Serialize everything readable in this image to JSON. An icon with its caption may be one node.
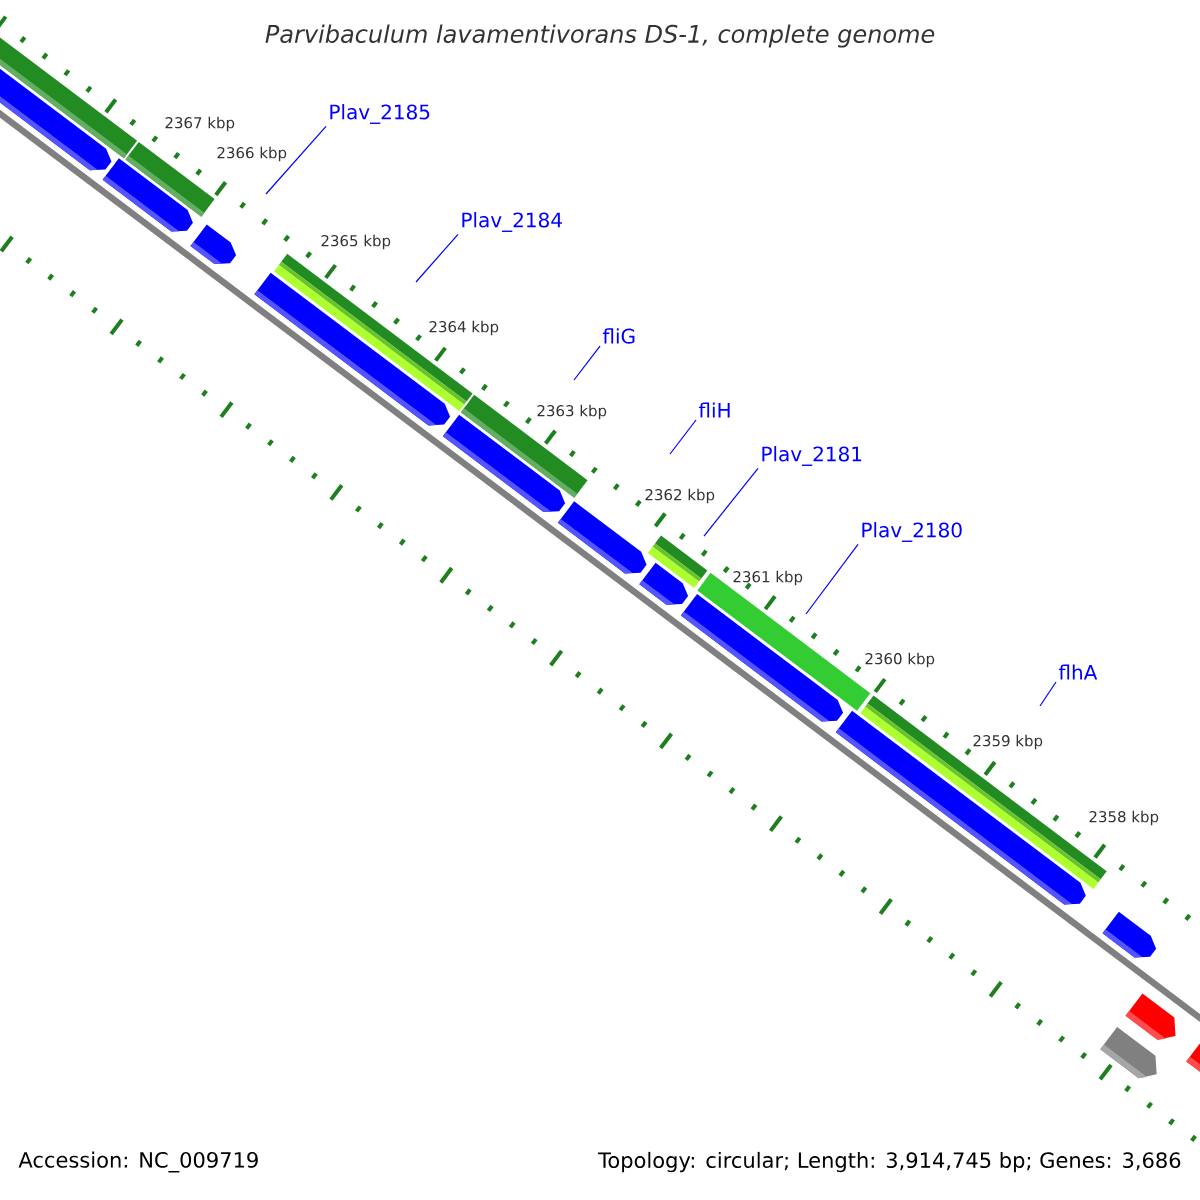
{
  "diagram": {
    "title": "Parvibaculum lavamentivorans DS-1, complete genome",
    "nodes": [
      {
        "text": [
          "Plav_2185"
        ]
      },
      {
        "text": [
          "Plav_2184"
        ]
      },
      {
        "text": [
          "fliG"
        ]
      },
      {
        "text": [
          "fliH"
        ]
      },
      {
        "text": [
          "Plav_2181"
        ]
      },
      {
        "text": [
          "Plav_2180"
        ]
      },
      {
        "text": [
          "flhA"
        ]
      }
    ],
    "edges": [
      {
        "from": 0,
        "to": null,
        "arrow": "none"
      },
      {
        "from": 1,
        "to": null,
        "arrow": "none"
      },
      {
        "from": 2,
        "to": null,
        "arrow": "none"
      },
      {
        "from": 3,
        "to": null,
        "arrow": "none"
      },
      {
        "from": 4,
        "to": null,
        "arrow": "none"
      },
      {
        "from": 5,
        "to": null,
        "arrow": "none"
      },
      {
        "from": 6,
        "to": null,
        "arrow": "none"
      }
    ],
    "labels": [
      "2367 kbp",
      "2366 kbp",
      "2365 kbp",
      "2364 kbp",
      "2363 kbp",
      "2362 kbp",
      "2361 kbp",
      "2360 kbp",
      "2359 kbp",
      "2358 kbp",
      "Accession: NC_009719",
      "Topology: circular; Length: 3,914,745 bp; Genes: 3,686"
    ]
  }
}
